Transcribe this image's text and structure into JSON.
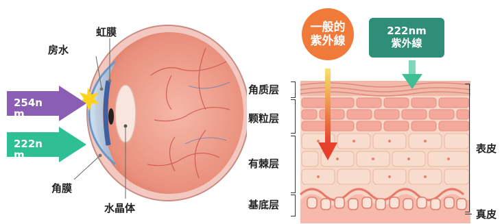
{
  "eye": {
    "labels": {
      "aqueous_humor": "房水",
      "iris": "虹膜",
      "cornea": "角膜",
      "lens": "水晶体"
    },
    "arrows": [
      {
        "text": "254nm",
        "color": "#8a5fb3"
      },
      {
        "text": "222nm",
        "color": "#2fbf95"
      }
    ]
  },
  "skin": {
    "beams": [
      {
        "text": "一般的\n紫外線",
        "color": "#f07a3a"
      },
      {
        "text": "222nm\n紫外線",
        "color": "#2f8e78"
      }
    ],
    "layers": [
      "角质层",
      "颗粒层",
      "有棘层",
      "基底层"
    ],
    "groups": [
      "表皮",
      "真皮"
    ]
  }
}
